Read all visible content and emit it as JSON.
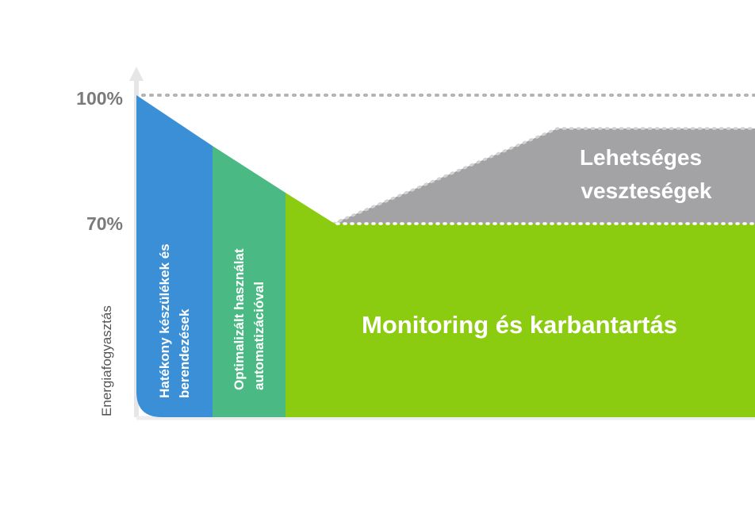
{
  "axis": {
    "ylabel": "Energiafogyasztás",
    "tick_100": "100%",
    "tick_70": "70%"
  },
  "bands": {
    "efficient_devices": {
      "line1": "Hatékony készülékek és",
      "line2": "berendezések",
      "color": "#3a8fd6"
    },
    "optimized_usage": {
      "line1": "Optimalizált használat",
      "line2": "automatizációval",
      "color": "#4bb984"
    },
    "monitoring": {
      "label": "Monitoring és karbantartás",
      "color": "#8ccc10"
    },
    "losses": {
      "line1": "Lehetséges",
      "line2": "veszteségek",
      "color": "#a3a3a6"
    }
  },
  "colors": {
    "axis": "#e6e6e6",
    "dotted": "#b3b3b3"
  }
}
